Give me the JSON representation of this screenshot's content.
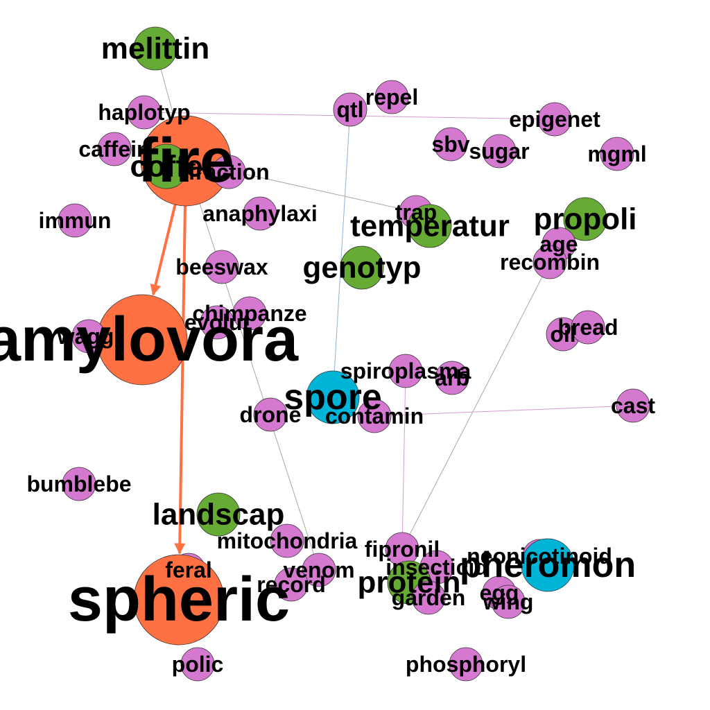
{
  "colors": {
    "large": "#ff7043",
    "medium": "#66ab33",
    "blue": "#00b4d8",
    "small": "#d478d0"
  },
  "nodes": [
    {
      "id": "melittin",
      "label": "melittin",
      "group": "medium"
    },
    {
      "id": "haplotyp",
      "label": "haplotyp",
      "group": "small"
    },
    {
      "id": "fire",
      "label": "fire",
      "group": "large"
    },
    {
      "id": "caffein",
      "label": "caffein",
      "group": "small"
    },
    {
      "id": "coffe",
      "label": "coffe",
      "group": "medium"
    },
    {
      "id": "fraction",
      "label": "fraction",
      "group": "small"
    },
    {
      "id": "qtl",
      "label": "qtl",
      "group": "small"
    },
    {
      "id": "repel",
      "label": "repel",
      "group": "small"
    },
    {
      "id": "epigenet",
      "label": "epigenet",
      "group": "small"
    },
    {
      "id": "sbv",
      "label": "sbv",
      "group": "small"
    },
    {
      "id": "sugar",
      "label": "sugar",
      "group": "small"
    },
    {
      "id": "mgml",
      "label": "mgml",
      "group": "small"
    },
    {
      "id": "immun",
      "label": "immun",
      "group": "small"
    },
    {
      "id": "anaphylaxi",
      "label": "anaphylaxi",
      "group": "small"
    },
    {
      "id": "trap",
      "label": "trap",
      "group": "small"
    },
    {
      "id": "temperatur",
      "label": "temperatur",
      "group": "medium"
    },
    {
      "id": "propoli",
      "label": "propoli",
      "group": "medium"
    },
    {
      "id": "age",
      "label": "age",
      "group": "small"
    },
    {
      "id": "recombin",
      "label": "recombin",
      "group": "small"
    },
    {
      "id": "beeswax",
      "label": "beeswax",
      "group": "small"
    },
    {
      "id": "genotyp",
      "label": "genotyp",
      "group": "medium"
    },
    {
      "id": "amylovora",
      "label": "amylovora",
      "group": "large"
    },
    {
      "id": "waggl",
      "label": "waggl",
      "group": "small"
    },
    {
      "id": "chimpanze",
      "label": "chimpanze",
      "group": "small"
    },
    {
      "id": "evolut",
      "label": "evolut",
      "group": "small"
    },
    {
      "id": "oil",
      "label": "oil",
      "group": "small"
    },
    {
      "id": "bread",
      "label": "bread",
      "group": "small"
    },
    {
      "id": "spiroplasma",
      "label": "spiroplasma",
      "group": "small"
    },
    {
      "id": "arb",
      "label": "arb",
      "group": "small"
    },
    {
      "id": "spore",
      "label": "spore",
      "group": "blue"
    },
    {
      "id": "drone",
      "label": "drone",
      "group": "small"
    },
    {
      "id": "contamin",
      "label": "contamin",
      "group": "small"
    },
    {
      "id": "cast",
      "label": "cast",
      "group": "small"
    },
    {
      "id": "bumblebe",
      "label": "bumblebe",
      "group": "small"
    },
    {
      "id": "landscap",
      "label": "landscap",
      "group": "medium"
    },
    {
      "id": "mitochondria",
      "label": "mitochondria",
      "group": "small"
    },
    {
      "id": "fipronil",
      "label": "fipronil",
      "group": "small"
    },
    {
      "id": "neonicotinoid",
      "label": "neonicotinoid",
      "group": "small"
    },
    {
      "id": "pheromon",
      "label": "pheromon",
      "group": "blue"
    },
    {
      "id": "feral",
      "label": "feral",
      "group": "small"
    },
    {
      "id": "venom",
      "label": "venom",
      "group": "small"
    },
    {
      "id": "insecticid",
      "label": "insecticid",
      "group": "small"
    },
    {
      "id": "record",
      "label": "record",
      "group": "small"
    },
    {
      "id": "protein",
      "label": "protein",
      "group": "medium"
    },
    {
      "id": "spheric",
      "label": "spheric",
      "group": "large"
    },
    {
      "id": "garden",
      "label": "garden",
      "group": "small"
    },
    {
      "id": "egg",
      "label": "egg",
      "group": "small"
    },
    {
      "id": "wing",
      "label": "wing",
      "group": "small"
    },
    {
      "id": "polic",
      "label": "polic",
      "group": "small"
    },
    {
      "id": "phosphoryl",
      "label": "phosphoryl",
      "group": "small"
    }
  ],
  "edges": [
    {
      "from": "fire",
      "to": "amylovora",
      "kind": "strong",
      "directed": true
    },
    {
      "from": "fire",
      "to": "spheric",
      "kind": "strong",
      "directed": true
    },
    {
      "from": "melittin",
      "to": "fire",
      "kind": "grey"
    },
    {
      "from": "haplotyp",
      "to": "epigenet",
      "kind": "pink"
    },
    {
      "from": "qtl",
      "to": "spore",
      "kind": "blue"
    },
    {
      "from": "fire",
      "to": "trap",
      "kind": "grey"
    },
    {
      "from": "fire",
      "to": "venom",
      "kind": "grey"
    },
    {
      "from": "recombin",
      "to": "fipronil",
      "kind": "grey"
    },
    {
      "from": "spiroplasma",
      "to": "fipronil",
      "kind": "pink"
    },
    {
      "from": "contamin",
      "to": "cast",
      "kind": "pink"
    }
  ]
}
